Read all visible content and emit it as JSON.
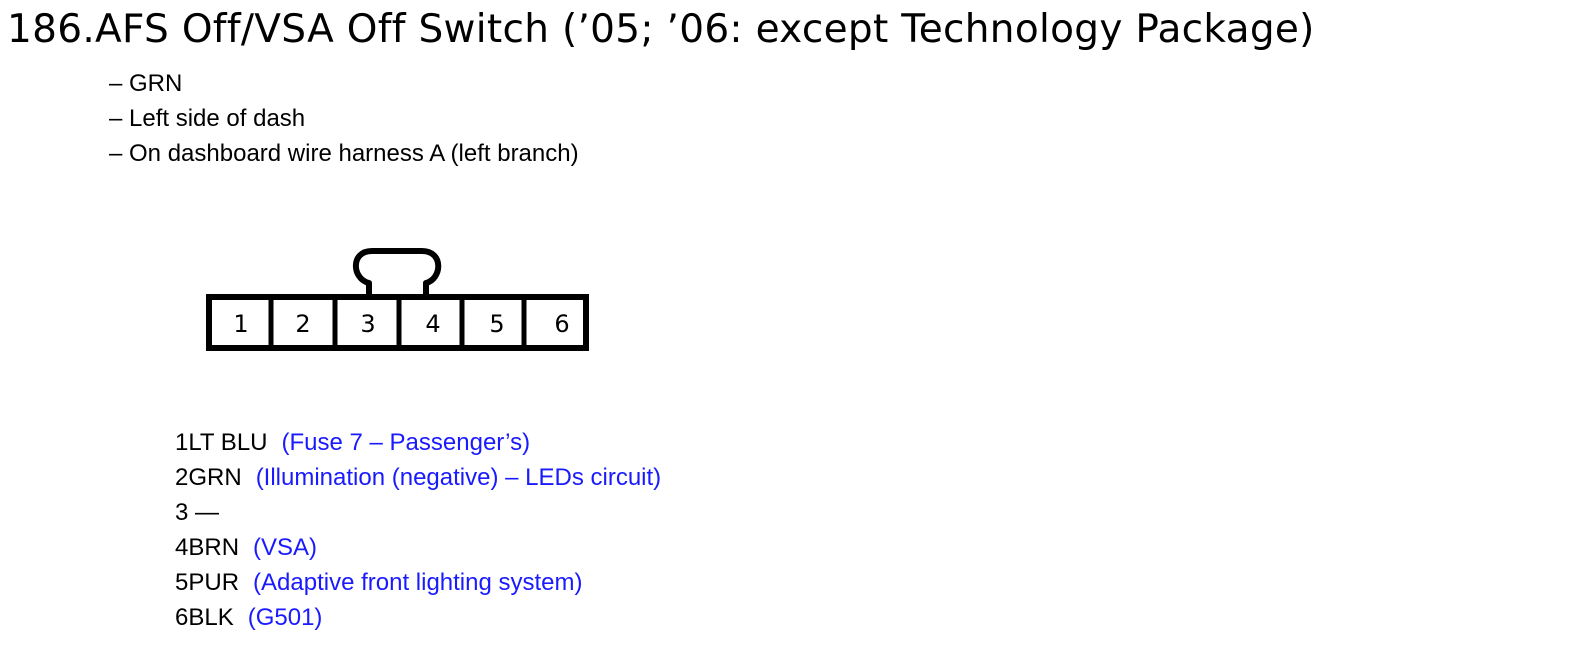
{
  "title": "186.AFS Off/VSA Off Switch (’05; ’06: except Technology Package)",
  "details": [
    "– GRN",
    "– Left side of dash",
    "– On dashboard wire harness A (left branch)"
  ],
  "connector": {
    "pins": [
      "1",
      "2",
      "3",
      "4",
      "5",
      "6"
    ]
  },
  "wiring": [
    {
      "code": "1LT BLU",
      "desc": "(Fuse 7 – Passenger’s)"
    },
    {
      "code": "2GRN",
      "desc": "(Illumination (negative) – LEDs circuit)"
    },
    {
      "code": "3 —",
      "desc": ""
    },
    {
      "code": "4BRN",
      "desc": "(VSA)"
    },
    {
      "code": "5PUR",
      "desc": "(Adaptive front lighting system)"
    },
    {
      "code": "6BLK",
      "desc": "(G501)"
    }
  ],
  "colors": {
    "text": "#000000",
    "link": "#1a1aff"
  }
}
